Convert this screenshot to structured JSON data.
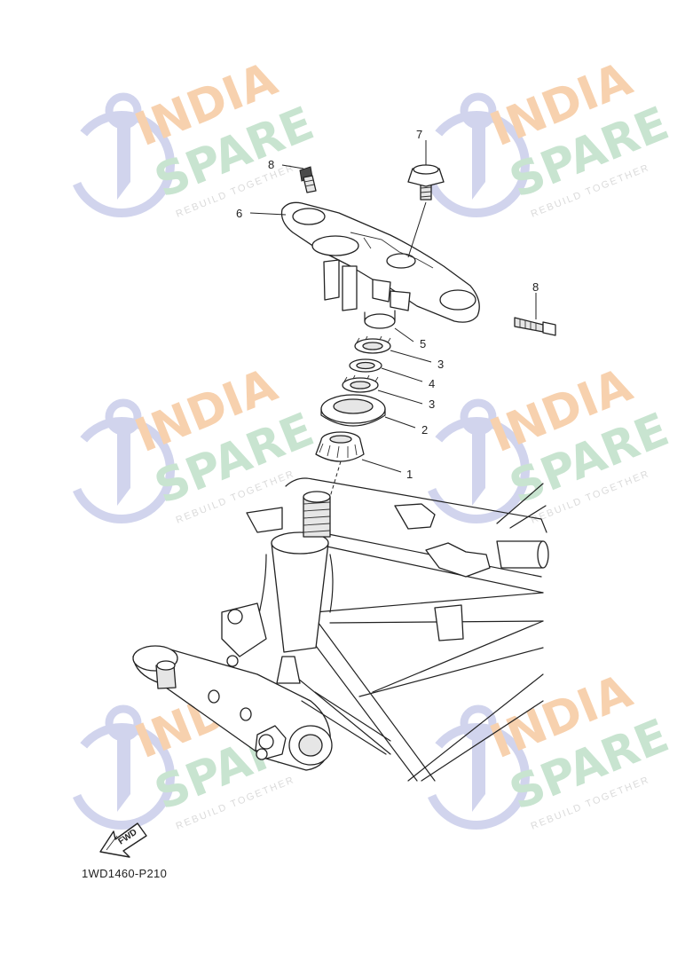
{
  "diagram": {
    "code": "1WD1460-P210",
    "fwd_label": "FWD",
    "callouts": [
      {
        "id": "1",
        "label": "1"
      },
      {
        "id": "2",
        "label": "2"
      },
      {
        "id": "3a",
        "label": "3"
      },
      {
        "id": "4",
        "label": "4"
      },
      {
        "id": "3b",
        "label": "3"
      },
      {
        "id": "5",
        "label": "5"
      },
      {
        "id": "6",
        "label": "6"
      },
      {
        "id": "7",
        "label": "7"
      },
      {
        "id": "8a",
        "label": "8"
      },
      {
        "id": "8b",
        "label": "8"
      }
    ]
  },
  "watermark": {
    "line1": "INDIA",
    "line2": "SPARE",
    "tagline": "REBUILD TOGETHER",
    "colors": {
      "india": "#f6c9a0",
      "spare": "#bfe0c8",
      "icon": "#c9cdea",
      "tagline": "#d4d4d4"
    }
  }
}
